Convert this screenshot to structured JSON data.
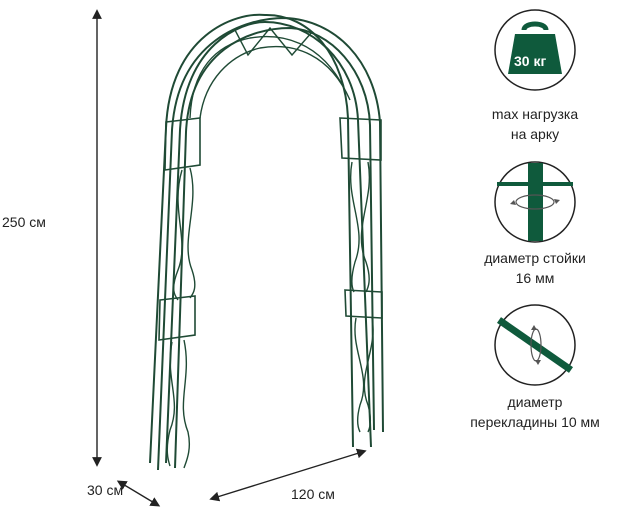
{
  "dimensions": {
    "height": "250 см",
    "depth": "30 см",
    "width": "120 см"
  },
  "specs": {
    "load_badge": "30 кг",
    "load_line1": "max нагрузка",
    "load_line2": "на арку",
    "post_line1": "диаметр стойки",
    "post_line2": "16 мм",
    "bar_line1": "диаметр",
    "bar_line2": "перекладины 10 мм"
  },
  "colors": {
    "frame": "#1f4a35",
    "accent": "#0f5a3c",
    "dimension": "#222222"
  },
  "icons": [
    "weight-icon",
    "post-rotation-icon",
    "crossbar-rotation-icon"
  ]
}
